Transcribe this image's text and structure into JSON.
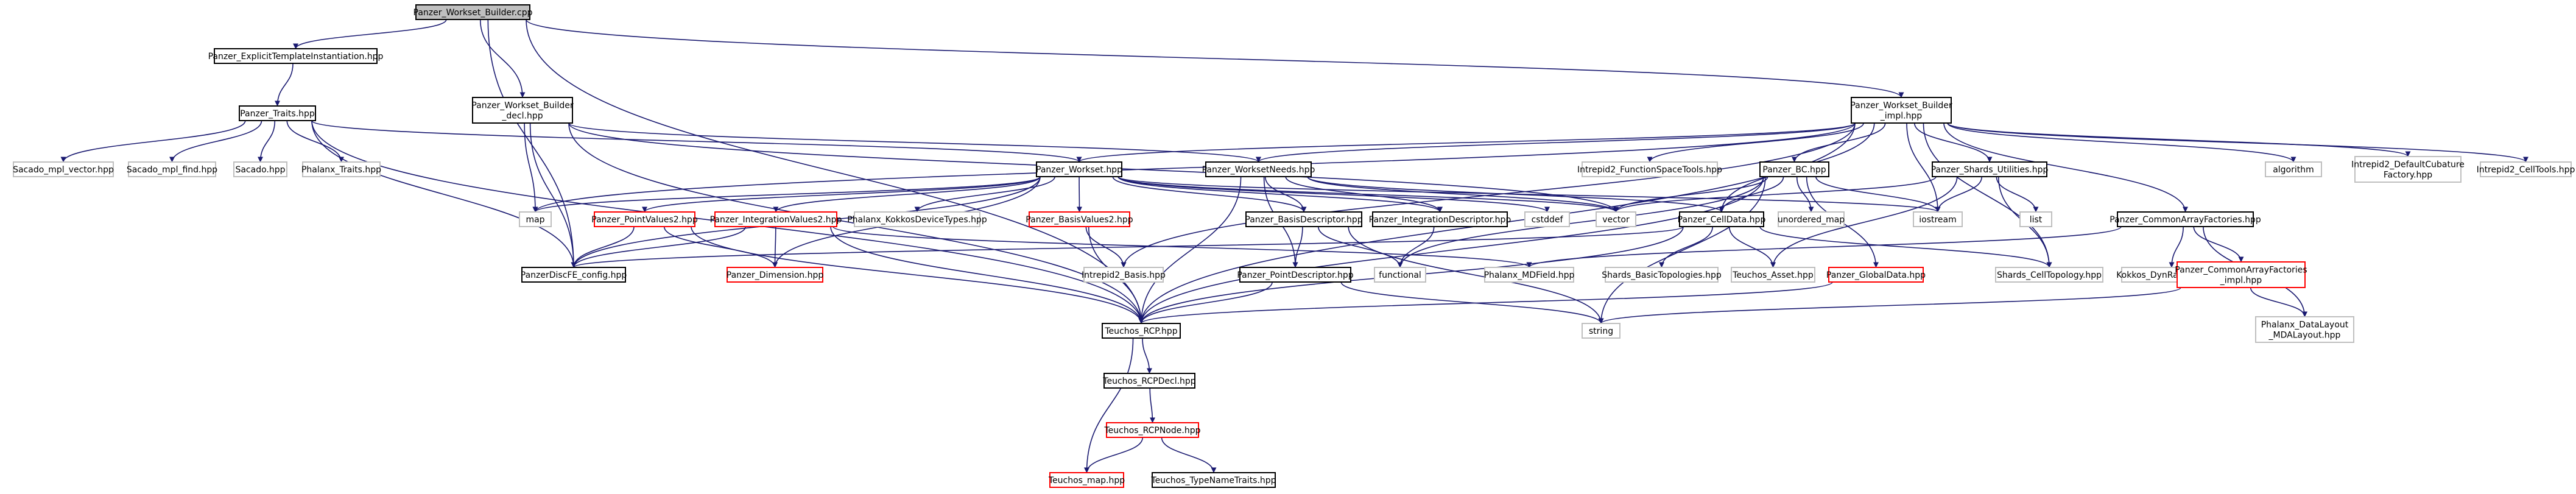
{
  "diagram": {
    "type": "include dependency graph",
    "colors": {
      "root_fill": "#bfbfbf",
      "internal_border": "#000000",
      "linked_border": "#ff0000",
      "external_border": "#bfbfbf",
      "edge": "#191970"
    },
    "nodes": [
      {
        "id": "n_root",
        "lines": [
          "Panzer_Workset_Builder.cpp"
        ],
        "kind": "root"
      },
      {
        "id": "n_explicit",
        "lines": [
          "Panzer_ExplicitTemplateInstantiation.hpp"
        ],
        "kind": "internal"
      },
      {
        "id": "n_decl",
        "lines": [
          "Panzer_Workset_Builder",
          "_decl.hpp"
        ],
        "kind": "internal"
      },
      {
        "id": "n_impl",
        "lines": [
          "Panzer_Workset_Builder",
          "_impl.hpp"
        ],
        "kind": "internal"
      },
      {
        "id": "n_traits",
        "lines": [
          "Panzer_Traits.hpp"
        ],
        "kind": "internal"
      },
      {
        "id": "n_mplvec",
        "lines": [
          "Sacado_mpl_vector.hpp"
        ],
        "kind": "external"
      },
      {
        "id": "n_mplfind",
        "lines": [
          "Sacado_mpl_find.hpp"
        ],
        "kind": "external"
      },
      {
        "id": "n_sacado",
        "lines": [
          "Sacado.hpp"
        ],
        "kind": "external"
      },
      {
        "id": "n_phxtraits",
        "lines": [
          "Phalanx_Traits.hpp"
        ],
        "kind": "external"
      },
      {
        "id": "n_workset",
        "lines": [
          "Panzer_Workset.hpp"
        ],
        "kind": "internal"
      },
      {
        "id": "n_wsneeds",
        "lines": [
          "Panzer_WorksetNeeds.hpp"
        ],
        "kind": "internal"
      },
      {
        "id": "n_fstools",
        "lines": [
          "Intrepid2_FunctionSpaceTools.hpp"
        ],
        "kind": "external"
      },
      {
        "id": "n_bc",
        "lines": [
          "Panzer_BC.hpp"
        ],
        "kind": "internal"
      },
      {
        "id": "n_shards",
        "lines": [
          "Panzer_Shards_Utilities.hpp"
        ],
        "kind": "internal"
      },
      {
        "id": "n_algorithm",
        "lines": [
          "algorithm"
        ],
        "kind": "external"
      },
      {
        "id": "n_defcub",
        "lines": [
          "Intrepid2_DefaultCubature",
          "Factory.hpp"
        ],
        "kind": "external"
      },
      {
        "id": "n_celltools",
        "lines": [
          "Intrepid2_CellTools.hpp"
        ],
        "kind": "external"
      },
      {
        "id": "n_map",
        "lines": [
          "map"
        ],
        "kind": "external"
      },
      {
        "id": "n_pv2",
        "lines": [
          "Panzer_PointValues2.hpp"
        ],
        "kind": "linked"
      },
      {
        "id": "n_iv2",
        "lines": [
          "Panzer_IntegrationValues2.hpp"
        ],
        "kind": "linked"
      },
      {
        "id": "n_kokkosdev",
        "lines": [
          "Phalanx_KokkosDeviceTypes.hpp"
        ],
        "kind": "external"
      },
      {
        "id": "n_bv2",
        "lines": [
          "Panzer_BasisValues2.hpp"
        ],
        "kind": "linked"
      },
      {
        "id": "n_basisdesc",
        "lines": [
          "Panzer_BasisDescriptor.hpp"
        ],
        "kind": "internal"
      },
      {
        "id": "n_intdesc",
        "lines": [
          "Panzer_IntegrationDescriptor.hpp"
        ],
        "kind": "internal"
      },
      {
        "id": "n_cstddef",
        "lines": [
          "cstddef"
        ],
        "kind": "external"
      },
      {
        "id": "n_vector",
        "lines": [
          "vector"
        ],
        "kind": "external"
      },
      {
        "id": "n_unordered",
        "lines": [
          "unordered_map"
        ],
        "kind": "external"
      },
      {
        "id": "n_iostream",
        "lines": [
          "iostream"
        ],
        "kind": "external"
      },
      {
        "id": "n_list",
        "lines": [
          "list"
        ],
        "kind": "external"
      },
      {
        "id": "n_celldata",
        "lines": [
          "Panzer_CellData.hpp"
        ],
        "kind": "internal"
      },
      {
        "id": "n_caf",
        "lines": [
          "Panzer_CommonArrayFactories.hpp"
        ],
        "kind": "internal"
      },
      {
        "id": "n_config",
        "lines": [
          "PanzerDiscFE_config.hpp"
        ],
        "kind": "internal"
      },
      {
        "id": "n_dimension",
        "lines": [
          "Panzer_Dimension.hpp"
        ],
        "kind": "linked"
      },
      {
        "id": "n_basis",
        "lines": [
          "Intrepid2_Basis.hpp"
        ],
        "kind": "external"
      },
      {
        "id": "n_ptdesc",
        "lines": [
          "Panzer_PointDescriptor.hpp"
        ],
        "kind": "internal"
      },
      {
        "id": "n_functional",
        "lines": [
          "functional"
        ],
        "kind": "external"
      },
      {
        "id": "n_mdfield",
        "lines": [
          "Phalanx_MDField.hpp"
        ],
        "kind": "external"
      },
      {
        "id": "n_basictopo",
        "lines": [
          "Shards_BasicTopologies.hpp"
        ],
        "kind": "external"
      },
      {
        "id": "n_asset",
        "lines": [
          "Teuchos_Asset.hpp"
        ],
        "kind": "external"
      },
      {
        "id": "n_globaldata",
        "lines": [
          "Panzer_GlobalData.hpp"
        ],
        "kind": "linked"
      },
      {
        "id": "n_celltopo",
        "lines": [
          "Shards_CellTopology.hpp"
        ],
        "kind": "external"
      },
      {
        "id": "n_dynrank",
        "lines": [
          "Kokkos_DynRankView.hpp"
        ],
        "kind": "external"
      },
      {
        "id": "n_cafimpl",
        "lines": [
          "Panzer_CommonArrayFactories",
          "_impl.hpp"
        ],
        "kind": "linked"
      },
      {
        "id": "n_mdalayout",
        "lines": [
          "Phalanx_DataLayout",
          "_MDALayout.hpp"
        ],
        "kind": "external"
      },
      {
        "id": "n_rcp",
        "lines": [
          "Teuchos_RCP.hpp"
        ],
        "kind": "internal"
      },
      {
        "id": "n_string",
        "lines": [
          "string"
        ],
        "kind": "external"
      },
      {
        "id": "n_rcpdecl",
        "lines": [
          "Teuchos_RCPDecl.hpp"
        ],
        "kind": "internal"
      },
      {
        "id": "n_rcpnode",
        "lines": [
          "Teuchos_RCPNode.hpp"
        ],
        "kind": "linked"
      },
      {
        "id": "n_tmap",
        "lines": [
          "Teuchos_map.hpp"
        ],
        "kind": "linked"
      },
      {
        "id": "n_typename",
        "lines": [
          "Teuchos_TypeNameTraits.hpp"
        ],
        "kind": "internal"
      }
    ],
    "edges": [
      [
        "n_root",
        "n_explicit"
      ],
      [
        "n_root",
        "n_decl"
      ],
      [
        "n_root",
        "n_impl"
      ],
      [
        "n_root",
        "n_config"
      ],
      [
        "n_root",
        "n_rcp"
      ],
      [
        "n_explicit",
        "n_traits"
      ],
      [
        "n_traits",
        "n_mplvec"
      ],
      [
        "n_traits",
        "n_mplfind"
      ],
      [
        "n_traits",
        "n_sacado"
      ],
      [
        "n_traits",
        "n_phxtraits"
      ],
      [
        "n_traits",
        "n_workset"
      ],
      [
        "n_traits",
        "n_config"
      ],
      [
        "n_traits",
        "n_rcp"
      ],
      [
        "n_decl",
        "n_vector"
      ],
      [
        "n_decl",
        "n_map"
      ],
      [
        "n_decl",
        "n_config"
      ],
      [
        "n_decl",
        "n_rcp"
      ],
      [
        "n_decl",
        "n_wsneeds"
      ],
      [
        "n_impl",
        "n_workset"
      ],
      [
        "n_impl",
        "n_wsneeds"
      ],
      [
        "n_impl",
        "n_fstools"
      ],
      [
        "n_impl",
        "n_bc"
      ],
      [
        "n_impl",
        "n_shards"
      ],
      [
        "n_impl",
        "n_algorithm"
      ],
      [
        "n_impl",
        "n_defcub"
      ],
      [
        "n_impl",
        "n_celltools"
      ],
      [
        "n_impl",
        "n_caf"
      ],
      [
        "n_impl",
        "n_iostream"
      ],
      [
        "n_impl",
        "n_celldata"
      ],
      [
        "n_impl",
        "n_celltopo"
      ],
      [
        "n_impl",
        "n_map"
      ],
      [
        "n_impl",
        "n_basis"
      ],
      [
        "n_impl",
        "n_rcp"
      ],
      [
        "n_workset",
        "n_map"
      ],
      [
        "n_workset",
        "n_pv2"
      ],
      [
        "n_workset",
        "n_iv2"
      ],
      [
        "n_workset",
        "n_kokkosdev"
      ],
      [
        "n_workset",
        "n_bv2"
      ],
      [
        "n_workset",
        "n_basisdesc"
      ],
      [
        "n_workset",
        "n_intdesc"
      ],
      [
        "n_workset",
        "n_cstddef"
      ],
      [
        "n_workset",
        "n_vector"
      ],
      [
        "n_workset",
        "n_iostream"
      ],
      [
        "n_workset",
        "n_config"
      ],
      [
        "n_workset",
        "n_dimension"
      ],
      [
        "n_wsneeds",
        "n_basisdesc"
      ],
      [
        "n_wsneeds",
        "n_intdesc"
      ],
      [
        "n_wsneeds",
        "n_ptdesc"
      ],
      [
        "n_wsneeds",
        "n_celldata"
      ],
      [
        "n_wsneeds",
        "n_rcp"
      ],
      [
        "n_wsneeds",
        "n_vector"
      ],
      [
        "n_bc",
        "n_vector"
      ],
      [
        "n_bc",
        "n_unordered"
      ],
      [
        "n_bc",
        "n_iostream"
      ],
      [
        "n_bc",
        "n_string"
      ],
      [
        "n_bc",
        "n_celldata"
      ],
      [
        "n_bc",
        "n_globaldata"
      ],
      [
        "n_bc",
        "n_functional"
      ],
      [
        "n_bc",
        "n_rcp"
      ],
      [
        "n_shards",
        "n_vector"
      ],
      [
        "n_shards",
        "n_iostream"
      ],
      [
        "n_shards",
        "n_list"
      ],
      [
        "n_shards",
        "n_celltopo"
      ],
      [
        "n_shards",
        "n_asset"
      ],
      [
        "n_pv2",
        "n_config"
      ],
      [
        "n_pv2",
        "n_dimension"
      ],
      [
        "n_pv2",
        "n_rcp"
      ],
      [
        "n_iv2",
        "n_config"
      ],
      [
        "n_iv2",
        "n_dimension"
      ],
      [
        "n_iv2",
        "n_mdfield"
      ],
      [
        "n_iv2",
        "n_rcp"
      ],
      [
        "n_bv2",
        "n_basis"
      ],
      [
        "n_bv2",
        "n_rcp"
      ],
      [
        "n_basisdesc",
        "n_ptdesc"
      ],
      [
        "n_basisdesc",
        "n_functional"
      ],
      [
        "n_basisdesc",
        "n_string"
      ],
      [
        "n_intdesc",
        "n_functional"
      ],
      [
        "n_ptdesc",
        "n_rcp"
      ],
      [
        "n_ptdesc",
        "n_string"
      ],
      [
        "n_celldata",
        "n_basictopo"
      ],
      [
        "n_celldata",
        "n_asset"
      ],
      [
        "n_celldata",
        "n_celltopo"
      ],
      [
        "n_celldata",
        "n_config"
      ],
      [
        "n_celldata",
        "n_rcp"
      ],
      [
        "n_globaldata",
        "n_rcp"
      ],
      [
        "n_caf",
        "n_dynrank"
      ],
      [
        "n_caf",
        "n_cafimpl"
      ],
      [
        "n_caf",
        "n_mdalayout"
      ],
      [
        "n_caf",
        "n_mdfield"
      ],
      [
        "n_cafimpl",
        "n_mdalayout"
      ],
      [
        "n_cafimpl",
        "n_string"
      ],
      [
        "n_rcp",
        "n_rcpdecl"
      ],
      [
        "n_rcp",
        "n_tmap"
      ],
      [
        "n_rcpdecl",
        "n_rcpnode"
      ],
      [
        "n_rcpnode",
        "n_tmap"
      ],
      [
        "n_rcpnode",
        "n_typename"
      ]
    ]
  }
}
